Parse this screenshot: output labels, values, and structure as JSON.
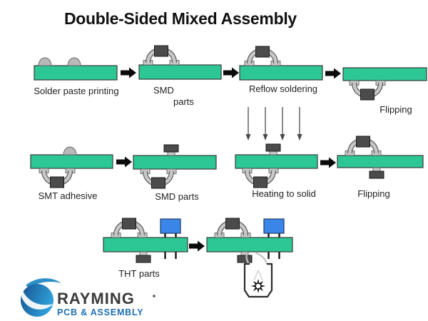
{
  "title": "Double-Sided Mixed Assembly",
  "process": {
    "row1": {
      "step1": "Solder paste printing",
      "step2_line1": "SMD",
      "step2_line2": "parts",
      "step3": "Reflow soldering",
      "step4": "Flipping"
    },
    "row2": {
      "step1": "SMT adhesive",
      "step2": "SMD parts",
      "step3": "Heating to solid",
      "step4": "Flipping"
    },
    "row3": {
      "step1": "THT parts"
    }
  },
  "logo": {
    "brand": "RAYMING",
    "tagline": "PCB & ASSEMBLY"
  },
  "colors": {
    "board_green": "#2cc795",
    "component_dark": "#4b4b4b",
    "lead_gray": "#c8c8c8",
    "tht_blue": "#3a86e8",
    "arrow_black": "#0b0b0b",
    "logo_blue": "#1e6fb4",
    "logo_dark_text": "#3a3a3c"
  }
}
